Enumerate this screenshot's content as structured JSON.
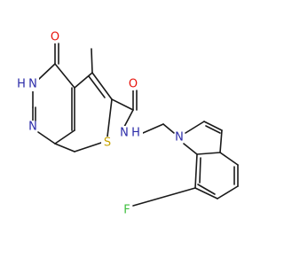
{
  "molecule": {
    "colors": {
      "bond": "#1a1a1a",
      "carbon": "#1a1a1a",
      "nitrogen": "#2a2aa8",
      "oxygen": "#e8140c",
      "sulfur": "#c8a400",
      "fluorine": "#3dbf3d"
    },
    "labels": {
      "o_carbonyl_ring": "O",
      "nh_ring": "H",
      "n_ring_nh": "N",
      "n_ring": "N",
      "s_thiophene": "S",
      "o_amide": "O",
      "n_amide": "N",
      "h_amide": "H",
      "n_indole": "N",
      "f_indole": "F"
    }
  }
}
